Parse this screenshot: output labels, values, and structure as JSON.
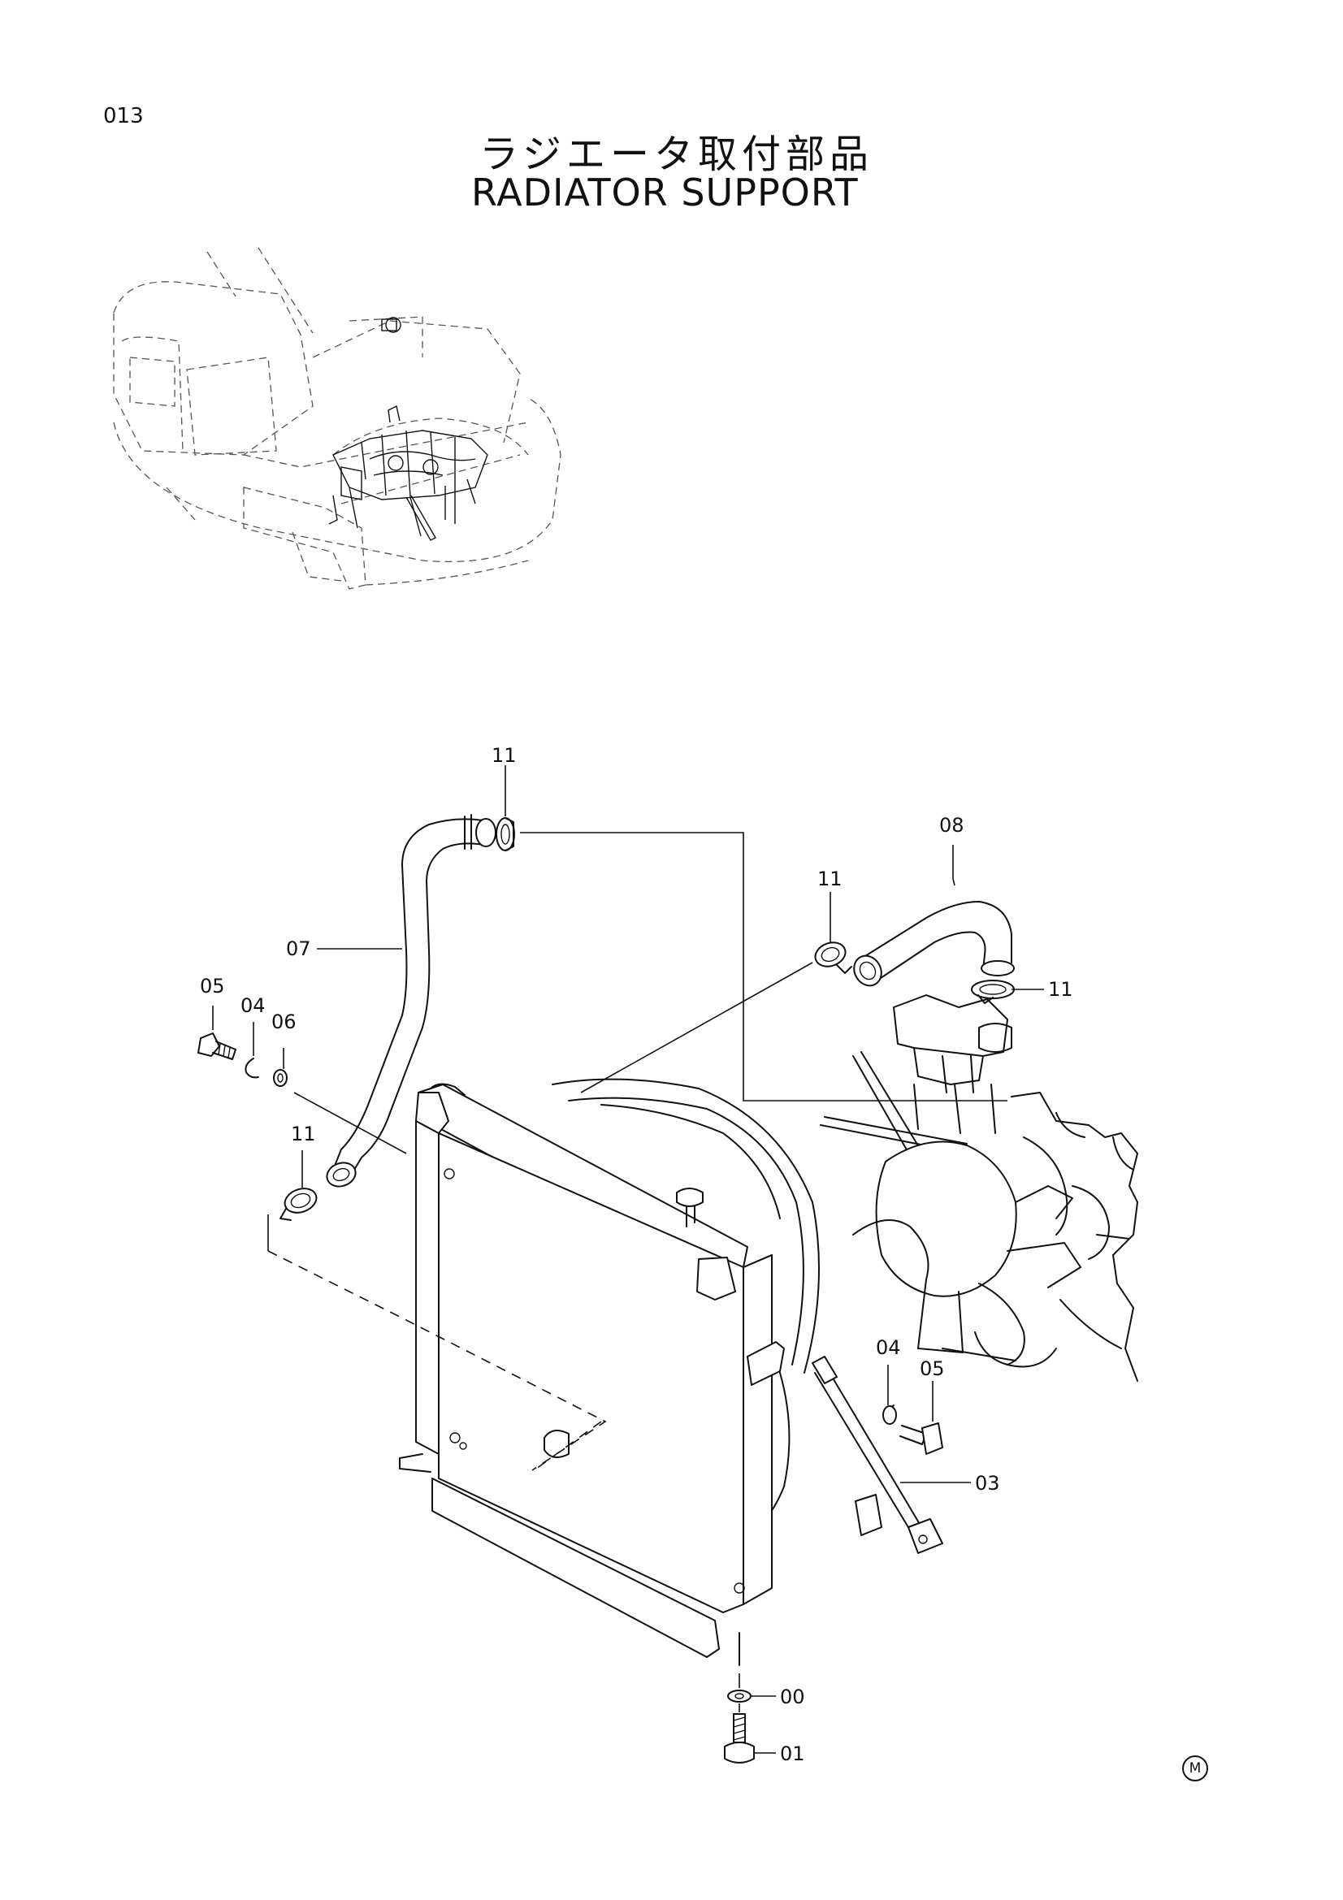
{
  "header": {
    "page_number": "013",
    "title_jp": "ラジエータ取付部品",
    "title_en": "RADIATOR SUPPORT"
  },
  "footer": {
    "mark": "M"
  },
  "callouts": {
    "c11_top": "11",
    "c08": "08",
    "c11_mid": "11",
    "c11_right": "11",
    "c07": "07",
    "c05_left": "05",
    "c04_left": "04",
    "c06": "06",
    "c11_left": "11",
    "c04_right": "04",
    "c05_right": "05",
    "c03": "03",
    "c00": "00",
    "c01": "01"
  }
}
